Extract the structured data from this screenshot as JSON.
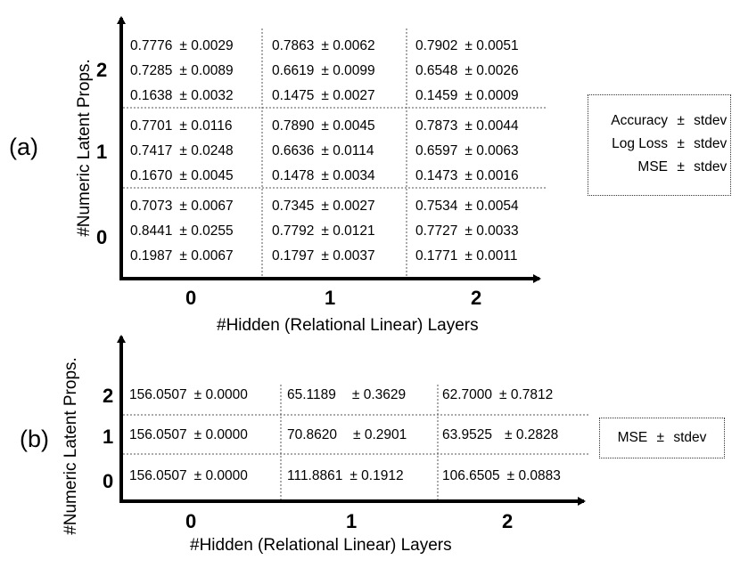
{
  "panel_a": {
    "label": "(a)",
    "xlabel": "#Hidden (Relational Linear) Layers",
    "ylabel": "#Numeric Latent Props.",
    "xticks": [
      "0",
      "1",
      "2"
    ],
    "yticks": [
      "2",
      "1",
      "0"
    ],
    "cells": [
      [
        [
          "0.7776",
          "± 0.0029",
          "0.7285",
          "± 0.0089",
          "0.1638",
          "± 0.0032"
        ],
        [
          "0.7863",
          "± 0.0062",
          "0.6619",
          "± 0.0099",
          "0.1475",
          "± 0.0027"
        ],
        [
          "0.7902",
          "± 0.0051",
          "0.6548",
          "± 0.0026",
          "0.1459",
          "± 0.0009"
        ]
      ],
      [
        [
          "0.7701",
          "± 0.0116",
          "0.7417",
          "± 0.0248",
          "0.1670",
          "± 0.0045"
        ],
        [
          "0.7890",
          "± 0.0045",
          "0.6636",
          "± 0.0114",
          "0.1478",
          "± 0.0034"
        ],
        [
          "0.7873",
          "± 0.0044",
          "0.6597",
          "± 0.0063",
          "0.1473",
          "± 0.0016"
        ]
      ],
      [
        [
          "0.7073",
          "± 0.0067",
          "0.8441",
          "± 0.0255",
          "0.1987",
          "± 0.0067"
        ],
        [
          "0.7345",
          "± 0.0027",
          "0.7792",
          "± 0.0121",
          "0.1797",
          "± 0.0037"
        ],
        [
          "0.7534",
          "± 0.0054",
          "0.7727",
          "± 0.0033",
          "0.1771",
          "± 0.0011"
        ]
      ]
    ],
    "legend": [
      {
        "name": "Accuracy",
        "pm": "±",
        "stat": "stdev"
      },
      {
        "name": "Log Loss",
        "pm": "±",
        "stat": "stdev"
      },
      {
        "name": "MSE",
        "pm": "±",
        "stat": "stdev"
      }
    ]
  },
  "panel_b": {
    "label": "(b)",
    "xlabel": "#Hidden (Relational Linear) Layers",
    "ylabel": "#Numeric Latent Props.",
    "xticks": [
      "0",
      "1",
      "2"
    ],
    "yticks": [
      "2",
      "1",
      "0"
    ],
    "cells": [
      [
        [
          "156.0507",
          "± 0.0000"
        ],
        [
          "65.1189",
          "± 0.3629"
        ],
        [
          "62.7000",
          "± 0.7812"
        ]
      ],
      [
        [
          "156.0507",
          "± 0.0000"
        ],
        [
          "70.8620",
          "± 0.2901"
        ],
        [
          "63.9525",
          "± 0.2828"
        ]
      ],
      [
        [
          "156.0507",
          "± 0.0000"
        ],
        [
          "111.8861",
          "± 0.1912"
        ],
        [
          "106.6505",
          "± 0.0883"
        ]
      ]
    ],
    "legend": {
      "name": "MSE",
      "pm": "±",
      "stat": "stdev"
    }
  }
}
